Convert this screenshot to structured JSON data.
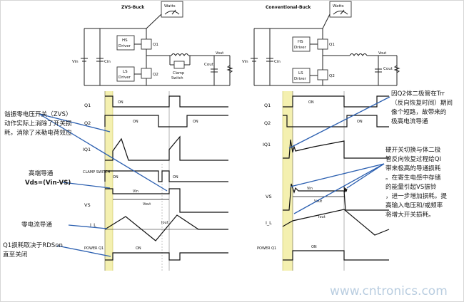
{
  "left_panel": {
    "title": "ZVS-Buck",
    "watts": "Watts",
    "hs_driver": [
      "HS",
      "Driver"
    ],
    "ls_driver": [
      "LS",
      "Driver"
    ],
    "q1": "Q1",
    "q2": "Q2",
    "vin": "Vin",
    "cin": "Cin",
    "vout": "Vout",
    "cout": "Cout",
    "clamp_switch": [
      "Clamp",
      "Switch"
    ],
    "signals": [
      "Q1",
      "Q2",
      "IQ1",
      "CLAMP SWITCH",
      "VS",
      "I_L",
      "POWER Q1"
    ],
    "on_labels": [
      "ON",
      "ON",
      "ON",
      "ON",
      "ON",
      "ON",
      "ON"
    ],
    "vin_label": "Vin",
    "vout_label": "Vout",
    "iout_label": "Iout"
  },
  "right_panel": {
    "title": "Conventional-Buck",
    "watts": "Watts",
    "hs_driver": [
      "HS",
      "Driver"
    ],
    "ls_driver": [
      "LS",
      "Driver"
    ],
    "q1": "Q1",
    "q2": "Q2",
    "vin": "Vin",
    "cin": "Cin",
    "vout": "Vout",
    "cout": "Cout",
    "signals": [
      "Q1",
      "Q2",
      "IQ1",
      "VS",
      "I_L",
      "POWER Q1"
    ],
    "on_labels": [
      "ON",
      "ON",
      "ON",
      "ON"
    ],
    "vin_label": "Vin",
    "vout_label": "Vout",
    "iout_label": "Iout"
  },
  "annotations": {
    "zvs": [
      "谐振零电压开关（ZVS）",
      "动作实际上消除了开关损",
      "耗，消除了米勒电荷效应"
    ],
    "peak": [
      "高端导通",
      "Vds=(Vin-VS)"
    ],
    "zero_current": "零电流导通",
    "q1_loss": [
      "Q1损耗取决于RDSon",
      "直至关闭"
    ],
    "q2_diode": [
      "因Q2体二极管在Trr",
      "（反向恢复时间）期间",
      "像个短路，故带来的",
      "极高电流导通"
    ],
    "hard_switch": [
      "硬开关切换与体二极",
      "管反向恢复过程给QI",
      "带来极高的导通损耗",
      "。在寄生电感中存储",
      "的能量引起VS振铃",
      "，进一步增加损耗。提",
      "高输入电压和/或频率",
      "将增大开关损耗。"
    ]
  },
  "watermark": "www.cntronics.com",
  "colors": {
    "highlight": "#f4f0b0",
    "highlight_edge": "#c8c060",
    "arrow": "#2b5fb0",
    "watermark": "#b9cde0"
  }
}
